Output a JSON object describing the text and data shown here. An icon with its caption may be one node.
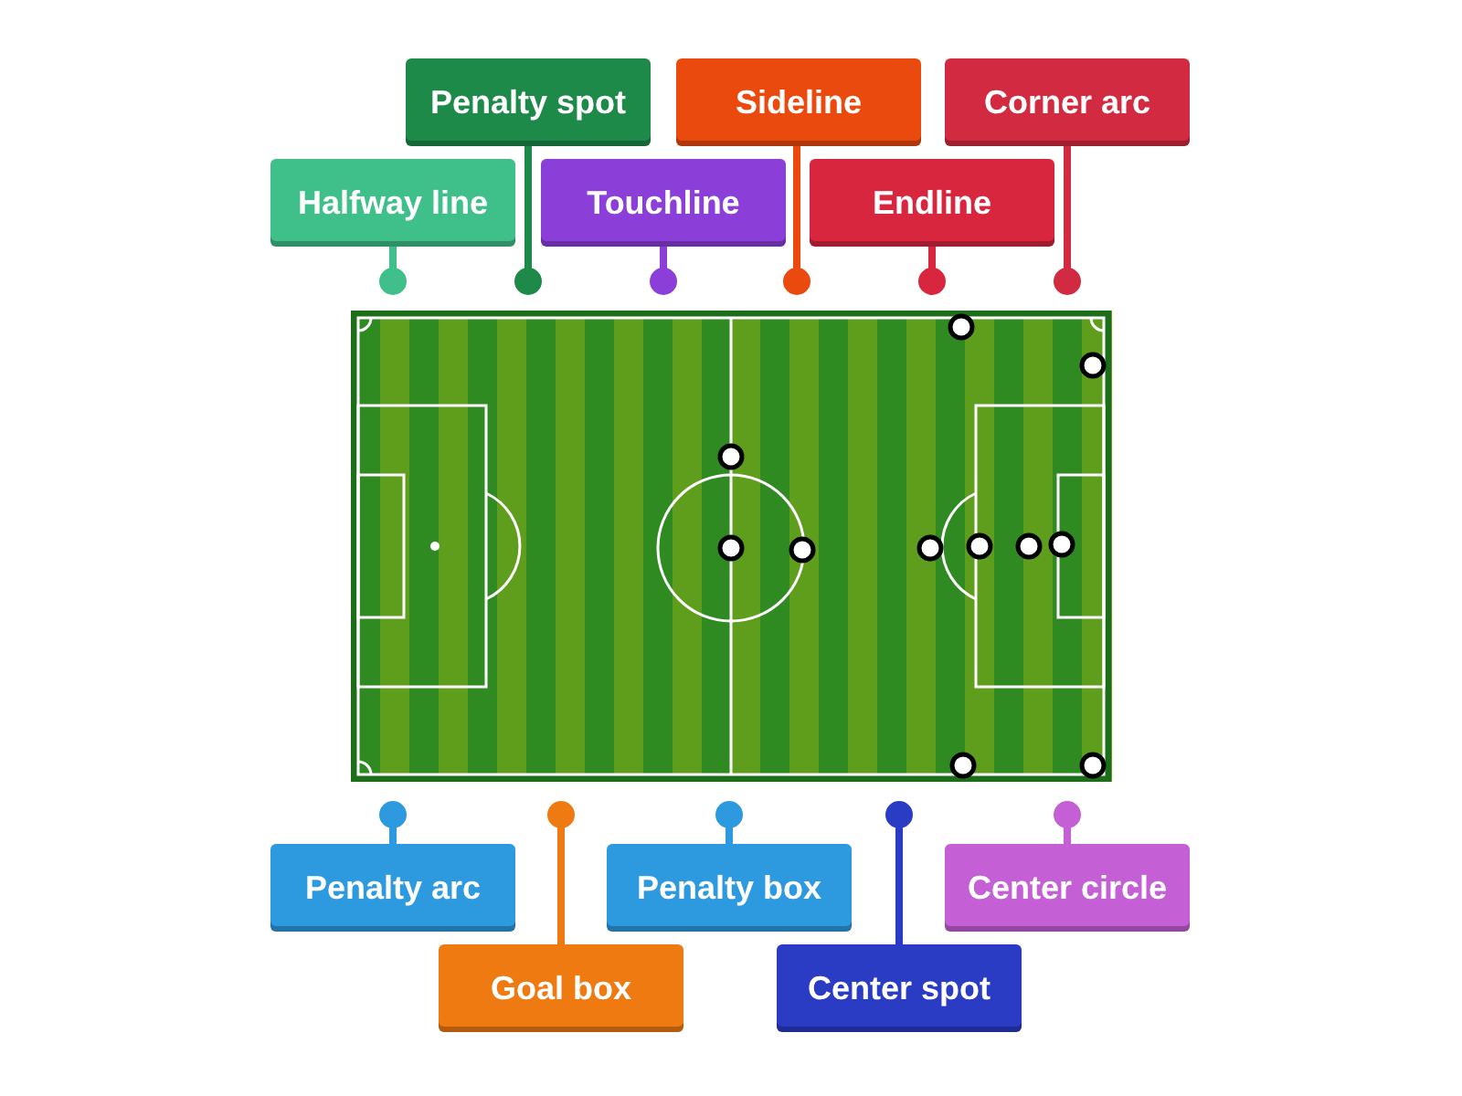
{
  "diagram": {
    "nodes": [
      {
        "text": [
          "Penalty spot"
        ]
      },
      {
        "text": [
          "Sideline"
        ]
      },
      {
        "text": [
          "Corner arc"
        ]
      },
      {
        "text": [
          "Halfway line"
        ]
      },
      {
        "text": [
          "Touchline"
        ]
      },
      {
        "text": [
          "Endline"
        ]
      },
      {
        "text": [
          "Penalty arc"
        ]
      },
      {
        "text": [
          "Penalty box"
        ]
      },
      {
        "text": [
          "Center circle"
        ]
      },
      {
        "text": [
          "Goal box"
        ]
      },
      {
        "text": [
          "Center spot"
        ]
      }
    ]
  }
}
